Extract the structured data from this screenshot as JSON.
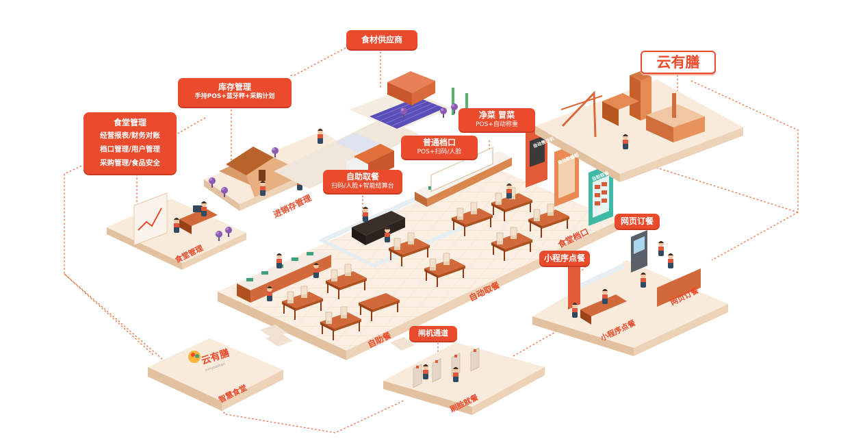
{
  "brand": {
    "name": "云有膳"
  },
  "callouts": {
    "supplier": {
      "title": "食材供应商"
    },
    "inventory": {
      "title": "库存管理",
      "sub": "手持POS+蓝牙秤+采购计划"
    },
    "canteen_mgmt": {
      "title": "食堂管理",
      "lines": [
        "经营报表/财务对账",
        "档口管理/用户管理",
        "采购管理/食品安全"
      ]
    },
    "clean_dish": {
      "title": "净菜 冒菜",
      "sub": "POS+自动称重"
    },
    "normal_stall": {
      "title": "普通档口",
      "sub": "POS+扫码/人脸"
    },
    "self_pick": {
      "title": "自助取餐",
      "sub": "扫码/人脸+智能结算台"
    },
    "web_order": {
      "title": "网页订餐"
    },
    "mini_order": {
      "title": "小程序点餐"
    },
    "gate": {
      "title": "闸机通道"
    }
  },
  "floor_labels": {
    "inventory": "进销存管理",
    "canteen_mgmt": "食堂管理",
    "stall": "食堂档口",
    "auto_pick": "自动取餐",
    "buffet": "自助餐",
    "web_order": "网页订餐",
    "mini_order": "小程序点餐",
    "face": "刷脸就餐",
    "smart": "智慧食堂"
  },
  "signs": {
    "vending": "自动售饭机",
    "pickup": "自动取餐柜",
    "locker": "自助取餐",
    "logo_sub": "yunyoushan"
  },
  "colors": {
    "accent": "#ea4b2c",
    "wood": "#c0561f",
    "floor": "#f8ebdc",
    "floor_edge": "#e8c8a8",
    "dash": "#ea6a3a"
  }
}
